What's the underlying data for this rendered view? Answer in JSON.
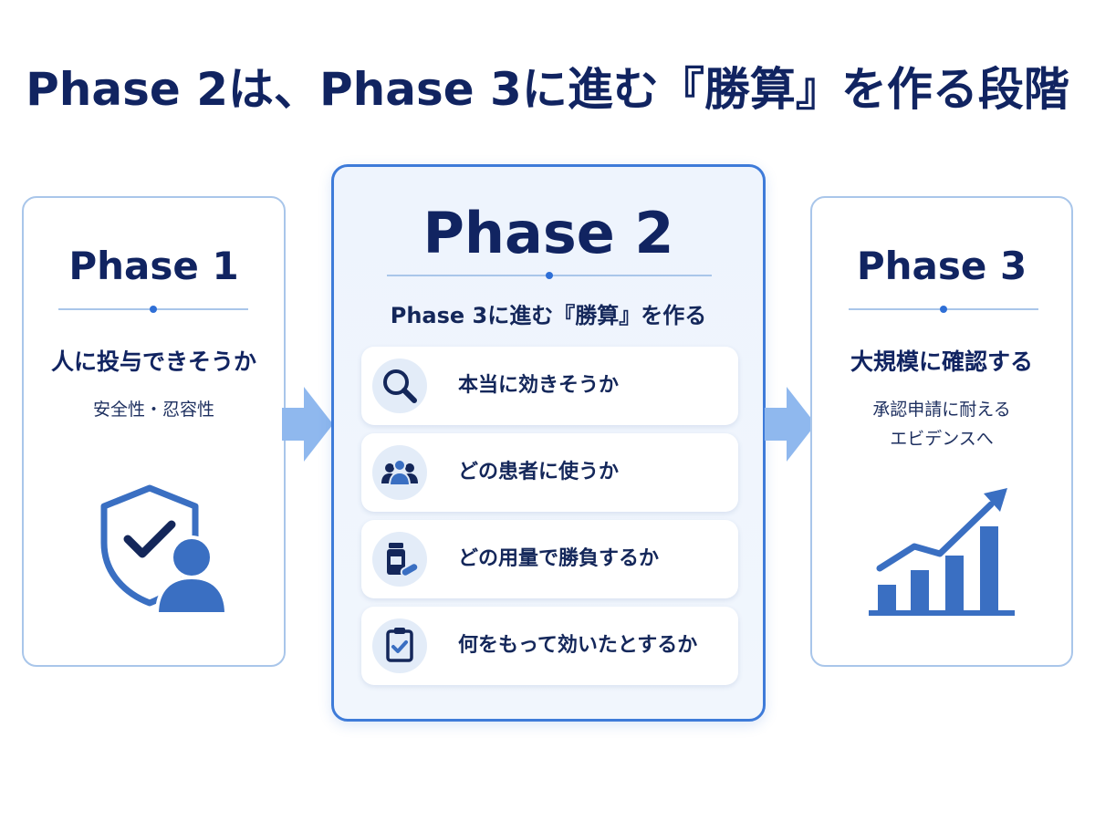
{
  "title": "Phase 2は、Phase 3に進む『勝算』を作る段階",
  "phase1": {
    "title": "Phase 1",
    "heading": "人に投与できそうか",
    "subtitle": "安全性・忍容性"
  },
  "phase2": {
    "title": "Phase 2",
    "subtitle": "Phase 3に進む『勝算』を作る",
    "items": [
      {
        "label": "本当に効きそうか",
        "icon": "magnifier-icon"
      },
      {
        "label": "どの患者に使うか",
        "icon": "patient-group-icon"
      },
      {
        "label": "どの用量で勝負するか",
        "icon": "medicine-bottle-icon"
      },
      {
        "label": "何をもって効いたとするか",
        "icon": "checklist-clipboard-icon"
      }
    ]
  },
  "phase3": {
    "title": "Phase 3",
    "heading": "大規模に確認する",
    "subtitle_line1": "承認申請に耐える",
    "subtitle_line2": "エビデンスへ"
  },
  "colors": {
    "navy": "#112461",
    "accent_blue": "#3e7bd9",
    "light_border": "#a9c6ea",
    "arrow": "#8fb8ee",
    "icon_blue": "#3a6fc2"
  }
}
